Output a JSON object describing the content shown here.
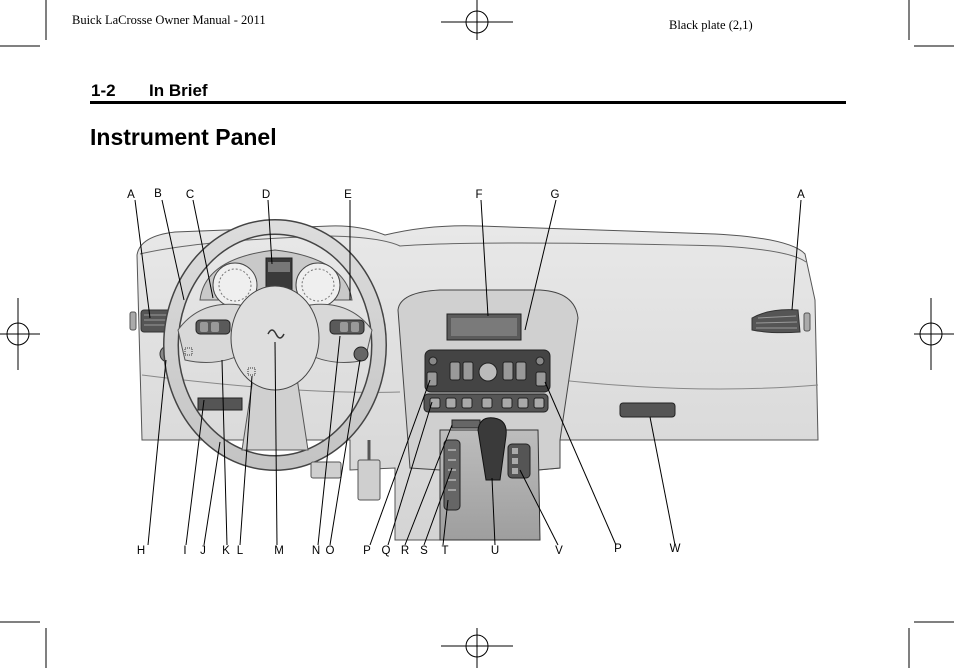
{
  "header": {
    "manual_title": "Buick LaCrosse Owner Manual - 2011",
    "plate": "Black plate (2,1)"
  },
  "section": {
    "number": "1-2",
    "name": "In Brief"
  },
  "page_title": "Instrument Panel",
  "figure": {
    "callouts_top": [
      "A",
      "B",
      "C",
      "D",
      "E",
      "F",
      "G",
      "A"
    ],
    "callouts_bottom": [
      "H",
      "I",
      "J",
      "K",
      "L",
      "M",
      "N",
      "O",
      "P",
      "Q",
      "R",
      "S",
      "T",
      "U",
      "V",
      "P",
      "W"
    ]
  }
}
